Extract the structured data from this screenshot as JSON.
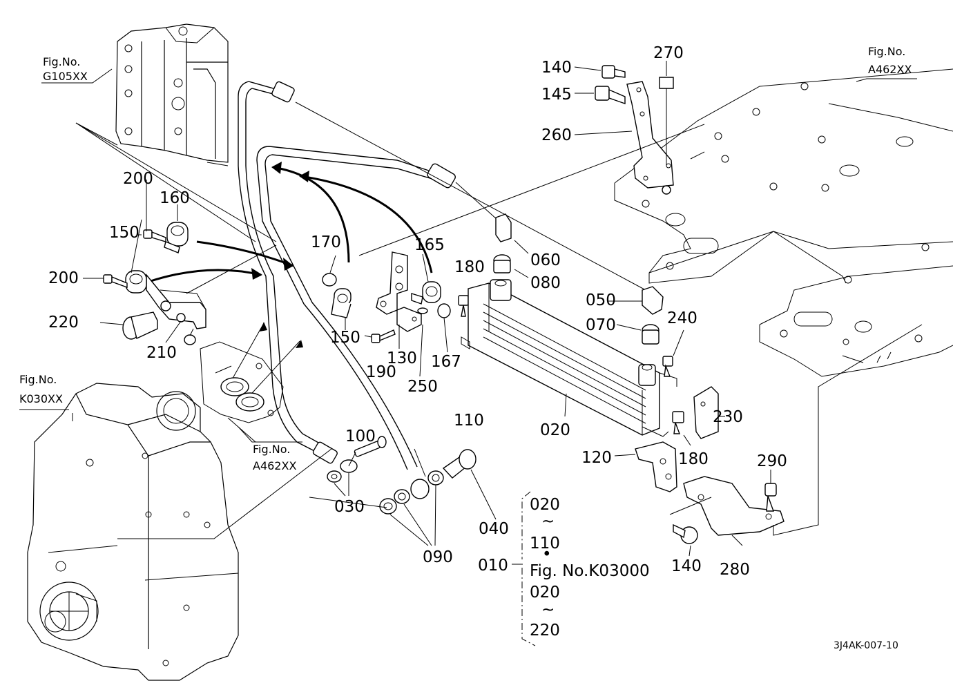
{
  "labels": {
    "p010": "010",
    "p020": "020",
    "p030": "030",
    "p040": "040",
    "p050": "050",
    "p060": "060",
    "p070": "070",
    "p080": "080",
    "p090": "090",
    "p100": "100",
    "p110": "110",
    "p120": "120",
    "p130": "130",
    "p140a": "140",
    "p140b": "140",
    "p145": "145",
    "p150a": "150",
    "p150b": "150",
    "p160": "160",
    "p165": "165",
    "p167": "167",
    "p170": "170",
    "p180a": "180",
    "p180b": "180",
    "p190": "190",
    "p200a": "200",
    "p200b": "200",
    "p210": "210",
    "p220": "220",
    "p230": "230",
    "p240": "240",
    "p250": "250",
    "p260": "260",
    "p270": "270",
    "p280": "280",
    "p290": "290"
  },
  "fig_refs": {
    "g105": {
      "title": "Fig.No.",
      "code": "G105XX"
    },
    "a462_top": {
      "title": "Fig.No.",
      "code": "A462XX"
    },
    "a462_mid": {
      "title": "Fig.No.",
      "code": "A462XX"
    },
    "k030": {
      "title": "Fig.No.",
      "code": "K030XX"
    }
  },
  "assembly_note": {
    "line1": "020",
    "tilde1": "~",
    "line2": "110",
    "dot": "•",
    "line3": "Fig. No.K03000",
    "line4": "020",
    "tilde2": "~",
    "line5": "220"
  },
  "drawing_code": "3J4AK-007-10"
}
